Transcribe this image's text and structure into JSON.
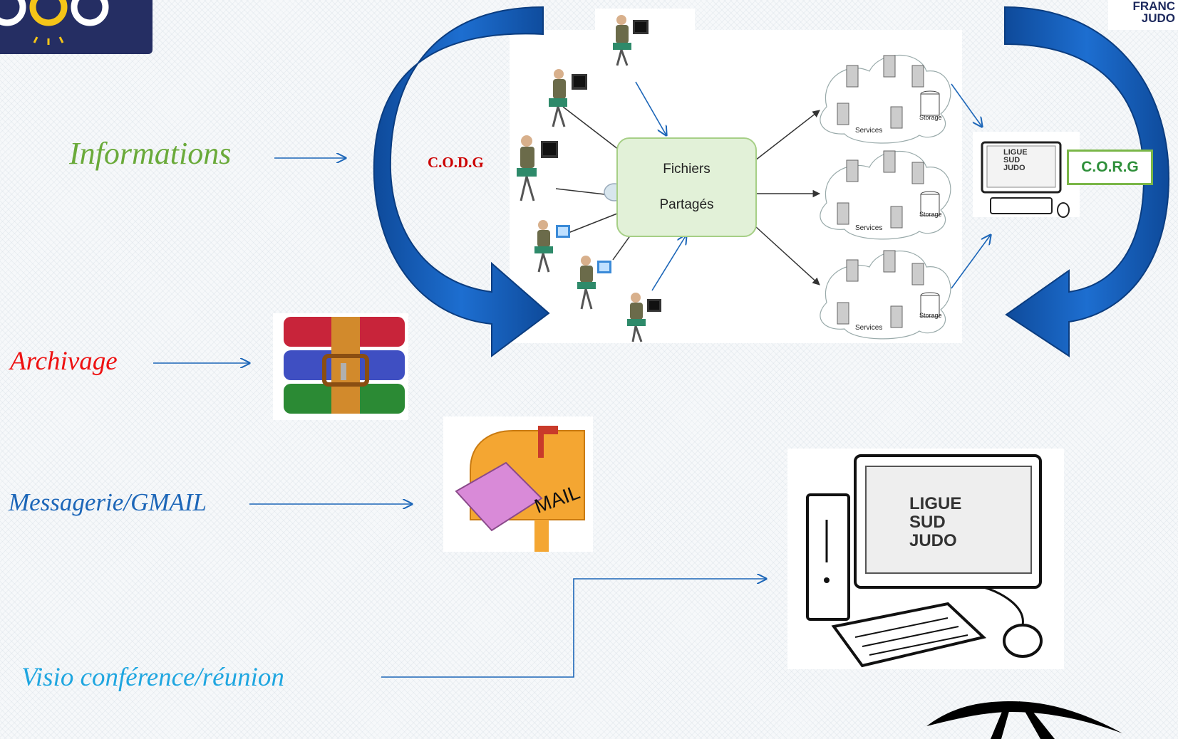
{
  "labels": {
    "informations": "Informations",
    "archivage": "Archivage",
    "messagerie": "Messagerie/GMAIL",
    "visio": "Visio conférence/réunion"
  },
  "diagram": {
    "codg": "C.O.D.G",
    "corg": "C.O.R.G",
    "fichiers_line1": "Fichiers",
    "fichiers_line2": "Partagés",
    "services_label": "Services",
    "storage_label": "Storage"
  },
  "mailbox_text": "MAIL",
  "ligue": {
    "line1": "LIGUE",
    "line2": "SUD",
    "line3": "JUDO"
  },
  "logo_right": {
    "line1": "FRANC",
    "line2": "JUDO"
  },
  "colors": {
    "arrow_blue": "#1c66b8",
    "informations": "#6aaa3a",
    "archivage": "#ee1111",
    "messagerie": "#1c66b8",
    "visio": "#1fa6e0",
    "codg": "#cc0000",
    "corg": "#2e8f3a"
  }
}
